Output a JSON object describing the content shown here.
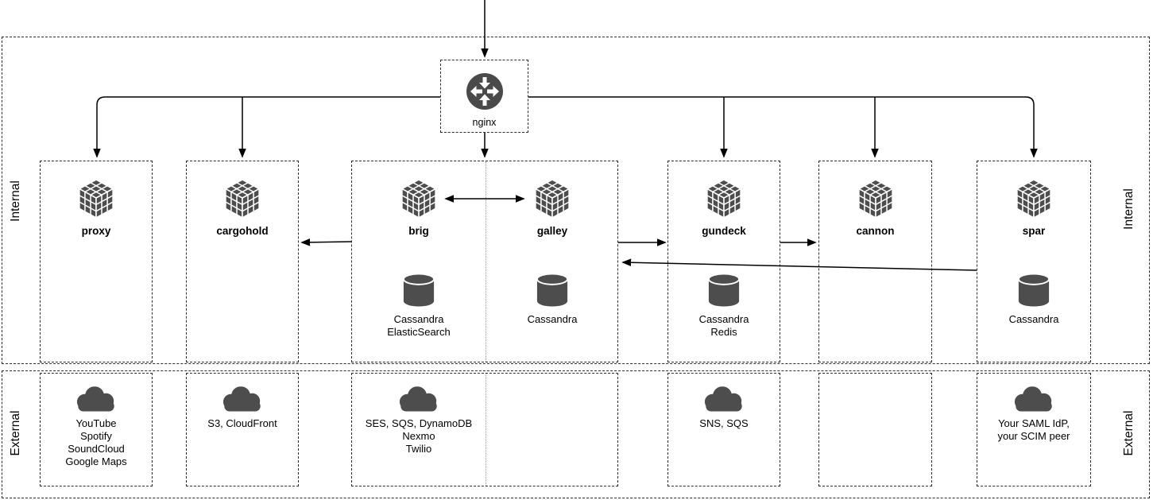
{
  "regions": {
    "internal_label": "Internal",
    "external_label": "External"
  },
  "router": {
    "label": "nginx",
    "icon": "router-icon"
  },
  "services": {
    "proxy": {
      "name": "proxy"
    },
    "cargohold": {
      "name": "cargohold"
    },
    "brig": {
      "name": "brig",
      "datastores": [
        "Cassandra",
        "ElasticSearch"
      ]
    },
    "galley": {
      "name": "galley",
      "datastores": [
        "Cassandra"
      ]
    },
    "gundeck": {
      "name": "gundeck",
      "datastores": [
        "Cassandra",
        "Redis"
      ]
    },
    "cannon": {
      "name": "cannon"
    },
    "spar": {
      "name": "spar",
      "datastores": [
        "Cassandra"
      ]
    }
  },
  "external_services": {
    "proxy": [
      "YouTube",
      "Spotify",
      "SoundCloud",
      "Google Maps"
    ],
    "cargohold": [
      "S3, CloudFront"
    ],
    "brig": [
      "SES, SQS, DynamoDB",
      "Nexmo",
      "Twilio"
    ],
    "gundeck": [
      "SNS, SQS"
    ],
    "spar": [
      "Your SAML IdP,",
      "your SCIM peer"
    ]
  },
  "icons": {
    "service": "cube-icon",
    "datastore": "database-cylinder-icon",
    "external": "cloud-icon",
    "router": "router-icon"
  },
  "colors": {
    "icon_gray": "#4D4D4D",
    "connector": "#000000",
    "border_dash": "#2D2D2D",
    "background": "#FFFFFF"
  }
}
